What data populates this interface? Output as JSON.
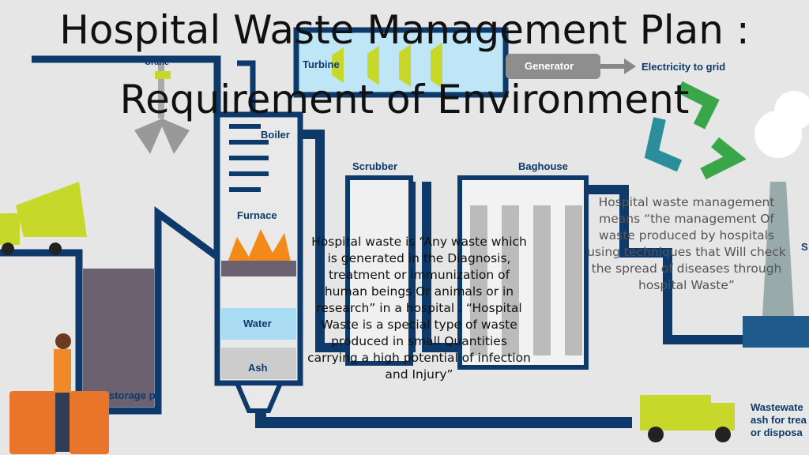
{
  "title": {
    "line1": "Hospital Waste Management Plan :",
    "line2": "Requirement of Environment"
  },
  "diagram_labels": {
    "crane": "Crane",
    "turbine": "Turbine",
    "generator": "Generator",
    "electricity": "Electricity to grid",
    "boiler": "Boiler",
    "furnace": "Furnace",
    "water": "Water",
    "ash": "Ash",
    "scrubber": "Scrubber",
    "baghouse": "Baghouse",
    "storage_pit": "storage pit",
    "stack_cut": "S",
    "wastewater_line1": "Wastewate",
    "wastewater_line2": "ash for trea",
    "wastewater_line3": "or disposa"
  },
  "definition_text": "Hospital waste is “Any waste which is generated in the Diagnosis, treatment or immunization of human beings Or animals or in research” in a hospital . “Hospital Waste is a special type of waste produced in small Quantities carrying a high potential of infection and Injury”",
  "management_text": "Hospital waste management means “the management Of waste produced by hospitals using techniques that Will check the spread of diseases through hospital Waste”",
  "colors": {
    "pipe": "#0d3a6b",
    "background": "#e6e6e6",
    "truck": "#c8d82a",
    "recycle": "#3aa64a",
    "bin": "#e8752a"
  }
}
